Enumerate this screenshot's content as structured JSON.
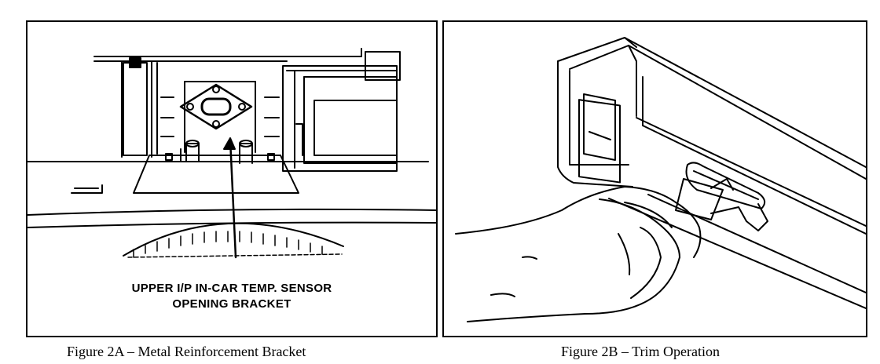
{
  "figure_a": {
    "callout_line1": "UPPER I/P IN-CAR TEMP. SENSOR",
    "callout_line2": "OPENING BRACKET",
    "caption": "Figure 2A – Metal Reinforcement Bracket"
  },
  "figure_b": {
    "caption": "Figure 2B – Trim Operation"
  }
}
